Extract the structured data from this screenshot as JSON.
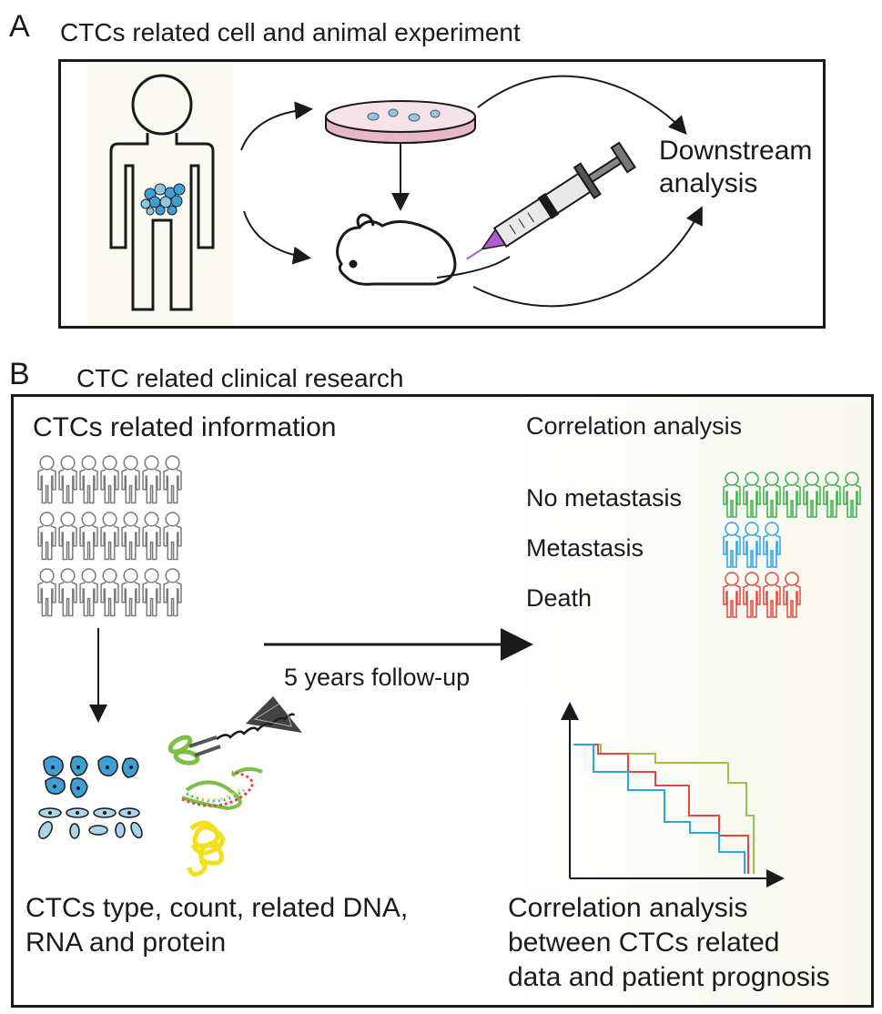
{
  "panel_a": {
    "letter": "A",
    "title": "CTCs related cell and animal experiment",
    "downstream_line1": "Downstream",
    "downstream_line2": "analysis"
  },
  "panel_b": {
    "letter": "B",
    "title": "CTC related clinical research",
    "left_heading": "CTCs related information",
    "right_heading": "Correlation analysis",
    "followup_label": "5 years follow-up",
    "groups": [
      {
        "label": "No metastasis",
        "count": 7,
        "color": "#3cb04a"
      },
      {
        "label": "Metastasis",
        "count": 3,
        "color": "#2aa6e0"
      },
      {
        "label": "Death",
        "count": 4,
        "color": "#e5483c"
      }
    ],
    "left_caption_line1": "CTCs type, count, related DNA,",
    "left_caption_line2": "RNA and protein",
    "right_caption_line1": "Correlation analysis",
    "right_caption_line2": "between CTCs related",
    "right_caption_line3": "data and patient prognosis"
  },
  "colors": {
    "cell_blue": "#3f9fd3",
    "cell_light": "#8ec6e6",
    "dish_pink": "#e8b7c8",
    "syringe_purple": "#b05bd0",
    "dna_yellow": "#f2e11a",
    "scissors_green": "#7cc043"
  }
}
